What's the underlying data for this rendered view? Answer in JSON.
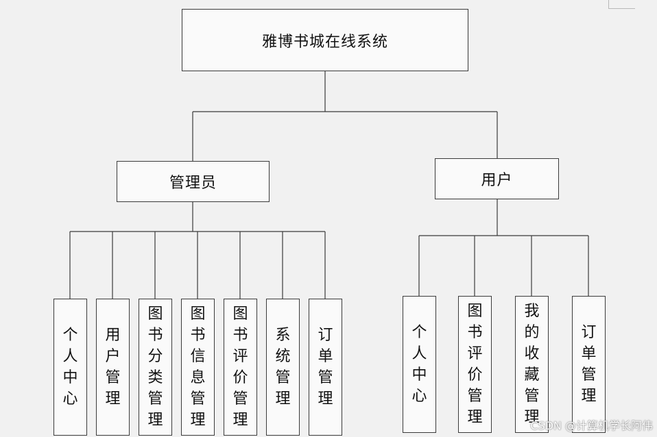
{
  "root": {
    "label": "雅博书城在线系统"
  },
  "roles": [
    {
      "label": "管理员",
      "modules": [
        "个人中心",
        "用户管理",
        "图书分类管理",
        "图书信息管理",
        "图书评价管理",
        "系统管理",
        "订单管理"
      ]
    },
    {
      "label": "用户",
      "modules": [
        "个人中心",
        "图书评价管理",
        "我的收藏管理",
        "订单管理"
      ]
    }
  ],
  "watermark": "CSDN @计算机学长阿伟"
}
